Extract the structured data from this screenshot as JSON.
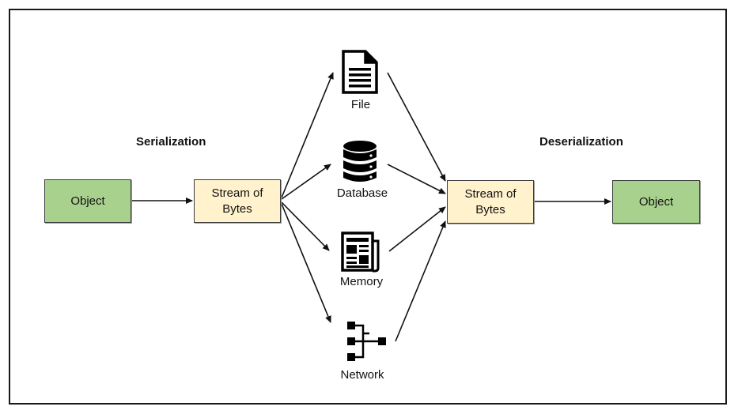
{
  "headings": {
    "serialization": "Serialization",
    "deserialization": "Deserialization"
  },
  "nodes": {
    "object_left": "Object",
    "stream_left": "Stream of Bytes",
    "stream_right": "Stream of Bytes",
    "object_right": "Object"
  },
  "storage": {
    "file": "File",
    "database": "Database",
    "memory": "Memory",
    "network": "Network"
  },
  "colors": {
    "object": "#a9d18e",
    "stream": "#fff2cc",
    "line": "#111111"
  },
  "icons": [
    "document-icon",
    "database-icon",
    "newspaper-icon",
    "network-icon"
  ]
}
